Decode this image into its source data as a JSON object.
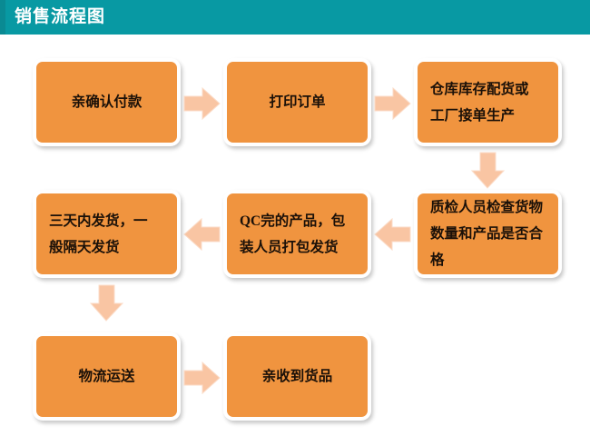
{
  "header": {
    "title": "销售流程图",
    "background_color": "#0899A3",
    "text_color": "#FFFFFF"
  },
  "theme": {
    "node_fill": "#F0943F",
    "node_border": "#FFFFFF",
    "node_text": "#1A1008",
    "arrow_fill": "#F9C5A3",
    "arrow_border": "#FBDCC8",
    "page_background": "#FFFFFF"
  },
  "flow": {
    "nodes": [
      {
        "id": "node-1",
        "label": "亲确认付款",
        "align": "center"
      },
      {
        "id": "node-2",
        "label": "打印订单",
        "align": "center"
      },
      {
        "id": "node-3",
        "label": "仓库库存配货或\n工厂接单生产",
        "align": "left"
      },
      {
        "id": "node-4",
        "label": "质检人员检查货物\n数量和产品是否合\n格",
        "align": "left"
      },
      {
        "id": "node-5",
        "label": "QC完的产品，包\n装人员打包发货",
        "align": "left"
      },
      {
        "id": "node-6",
        "label": "三天内发货，一\n般隔天发货",
        "align": "left"
      },
      {
        "id": "node-7",
        "label": "物流运送",
        "align": "center"
      },
      {
        "id": "node-8",
        "label": "亲收到货品",
        "align": "center"
      }
    ],
    "connectors": [
      {
        "id": "arrow-1",
        "from": "node-1",
        "to": "node-2",
        "direction": "right"
      },
      {
        "id": "arrow-2",
        "from": "node-2",
        "to": "node-3",
        "direction": "right"
      },
      {
        "id": "arrow-3",
        "from": "node-3",
        "to": "node-4",
        "direction": "down"
      },
      {
        "id": "arrow-4",
        "from": "node-4",
        "to": "node-5",
        "direction": "left"
      },
      {
        "id": "arrow-5",
        "from": "node-5",
        "to": "node-6",
        "direction": "left"
      },
      {
        "id": "arrow-6",
        "from": "node-6",
        "to": "node-7",
        "direction": "down"
      },
      {
        "id": "arrow-7",
        "from": "node-7",
        "to": "node-8",
        "direction": "right"
      }
    ]
  }
}
